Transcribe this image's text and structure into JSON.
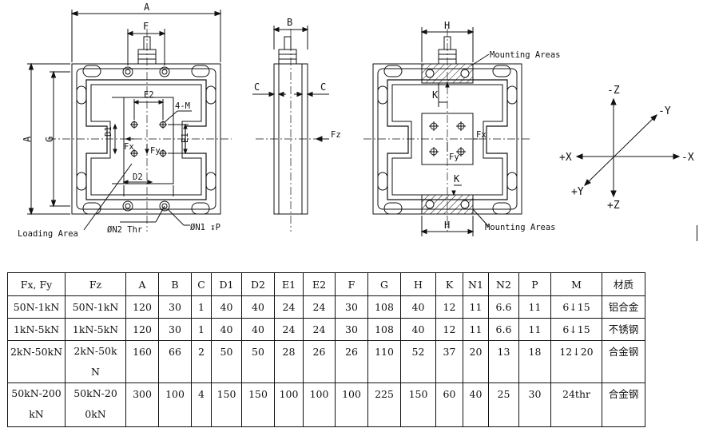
{
  "drawing": {
    "front": {
      "dim_A_top": "A",
      "dim_F": "F",
      "dim_A_left": "A",
      "dim_G": "G",
      "dim_E2": "E2",
      "dim_4M": "4-M",
      "dim_D1": "D1",
      "dim_E1": "E1",
      "dim_D2": "D2",
      "fx": "Fx",
      "fy": "Fy",
      "loading_area": "Loading Area",
      "n2_thr": "ØN2 Thr",
      "n1_p": "ØN1 ↧P"
    },
    "side": {
      "dim_B": "B",
      "dim_C_left": "C",
      "dim_C_right": "C",
      "fz": "Fz"
    },
    "rear": {
      "dim_H_top": "H",
      "dim_H_bottom": "H",
      "dim_K_top": "K",
      "dim_K_bottom": "K",
      "fx": "Fx",
      "fy": "Fy",
      "mounting_top": "Mounting Areas",
      "mounting_bottom": "Mounting Areas"
    },
    "axes": {
      "neg_z": "-Z",
      "neg_y": "-Y",
      "pos_x": "+X",
      "neg_x": "-X",
      "pos_y": "+Y",
      "pos_z": "+Z"
    }
  },
  "table": {
    "headers": [
      "Fx, Fy",
      "Fz",
      "A",
      "B",
      "C",
      "D1",
      "D2",
      "E1",
      "E2",
      "F",
      "G",
      "H",
      "K",
      "N1",
      "N2",
      "P",
      "M",
      "材质"
    ],
    "rows": [
      [
        "50N-1kN",
        "50N-1kN",
        "120",
        "30",
        "1",
        "40",
        "40",
        "24",
        "24",
        "30",
        "108",
        "40",
        "12",
        "11",
        "6.6",
        "11",
        "6↓15",
        "铝合金"
      ],
      [
        "1kN-5kN",
        "1kN-5kN",
        "120",
        "30",
        "1",
        "40",
        "40",
        "24",
        "24",
        "30",
        "108",
        "40",
        "12",
        "11",
        "6.6",
        "11",
        "6↓15",
        "不锈钢"
      ],
      [
        "2kN-50kN",
        "2kN-50k\nN",
        "160",
        "66",
        "2",
        "50",
        "50",
        "28",
        "26",
        "26",
        "110",
        "52",
        "37",
        "20",
        "13",
        "18",
        "12↓20",
        "合金钢"
      ],
      [
        "50kN-200\nkN",
        "50kN-20\n0kN",
        "300",
        "100",
        "4",
        "150",
        "150",
        "100",
        "100",
        "100",
        "225",
        "150",
        "60",
        "40",
        "25",
        "30",
        "24thr",
        "合金钢"
      ]
    ]
  }
}
